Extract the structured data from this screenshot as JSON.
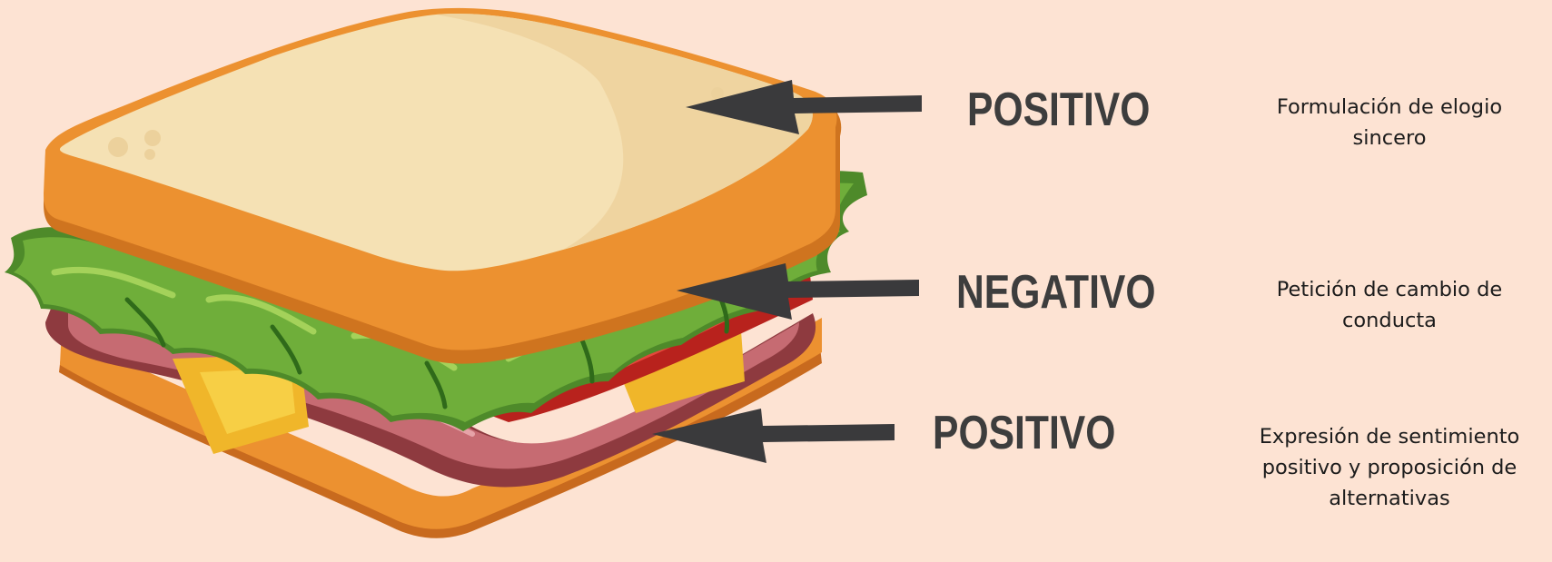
{
  "layers": [
    {
      "label": "POSITIVO",
      "description_lines": [
        "Formulación de elogio",
        "sincero"
      ],
      "arrow_target": "top-bread"
    },
    {
      "label": "NEGATIVO",
      "description_lines": [
        "Petición de cambio de",
        "conducta"
      ],
      "arrow_target": "lettuce-filling"
    },
    {
      "label": "POSITIVO",
      "description_lines": [
        "Expresión de sentimiento",
        "positivo y proposición de",
        "alternativas"
      ],
      "arrow_target": "bottom-bread"
    }
  ],
  "colors": {
    "background": "#fde3d3",
    "label_text": "#3d3d3d",
    "arrow": "#3a3a3c",
    "bread_crust": "#ec9130",
    "bread_top": "#f5e1b4",
    "lettuce": "#6fae3a",
    "tomato": "#d8382d",
    "ham": "#a9545c",
    "cheese": "#f0b62a"
  },
  "icons": [
    "sandwich-illustration",
    "arrow-left-icon"
  ]
}
